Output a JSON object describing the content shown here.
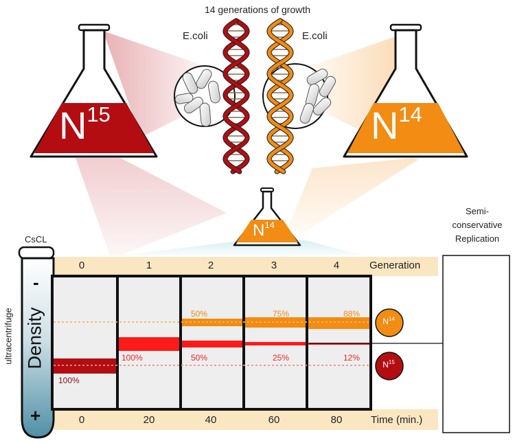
{
  "title": "14 generations of growth",
  "ecoli_label": "E.coli",
  "flasks": {
    "left_letter": "N",
    "left_sup": "15",
    "right_letter": "N",
    "right_sup": "14",
    "small_letter": "N",
    "small_sup": "14"
  },
  "tube_label": "CsCL",
  "ultracentrifuge_label": "ultracentrifuge",
  "density_label": "Density",
  "minus_sign": "-",
  "plus_sign": "+",
  "generation_label": "Generation",
  "time_label": "Time (min.)",
  "generations": [
    "0",
    "1",
    "2",
    "3",
    "4"
  ],
  "times": [
    "0",
    "20",
    "40",
    "60",
    "80"
  ],
  "n14_percent": [
    "",
    "",
    "50%",
    "75%",
    "88%"
  ],
  "n15_percent": [
    "100%",
    "100%",
    "50%",
    "25%",
    "12%"
  ],
  "badges": {
    "n14_letter": "N",
    "n14_sup": "14",
    "n15_letter": "N",
    "n15_sup": "15"
  },
  "semi_label": [
    "Semi-",
    "conservative",
    "Replication"
  ],
  "colors": {
    "n15": "#b30d12",
    "n14": "#f28c12",
    "hybrid": "#ff1a1a",
    "tube": "#5b98ad",
    "band": "#fbe6c2"
  }
}
